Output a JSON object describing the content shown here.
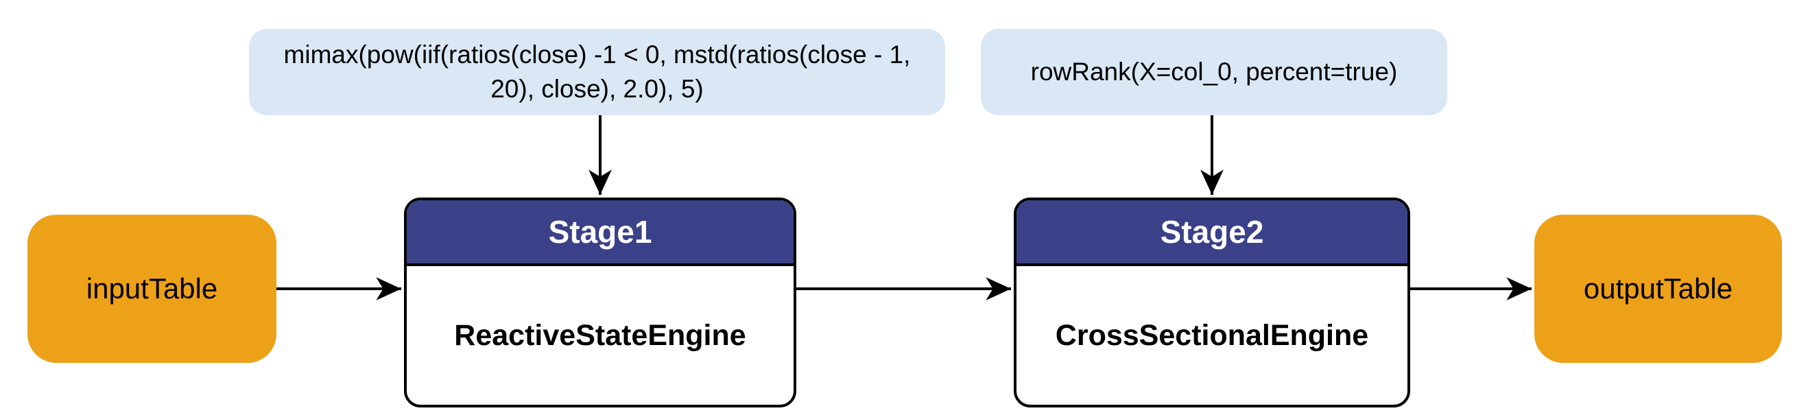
{
  "diagram": {
    "colors": {
      "background": "#ffffff",
      "stage_header": "#3a4189",
      "stage_body": "#ffffff",
      "table_fill": "#eda118",
      "label_fill": "#dae7f5",
      "line": "#000000"
    },
    "input_table": {
      "label": "inputTable"
    },
    "stage1": {
      "title": "Stage1",
      "engine": "ReactiveStateEngine",
      "annotation": "mimax(pow(iif(ratios(close) -1 < 0, mstd(ratios(close - 1, 20), close), 2.0), 5)"
    },
    "stage2": {
      "title": "Stage2",
      "engine": "CrossSectionalEngine",
      "annotation": "rowRank(X=col_0, percent=true)"
    },
    "output_table": {
      "label": "outputTable"
    },
    "flow": [
      "inputTable",
      "Stage1",
      "Stage2",
      "outputTable"
    ]
  }
}
